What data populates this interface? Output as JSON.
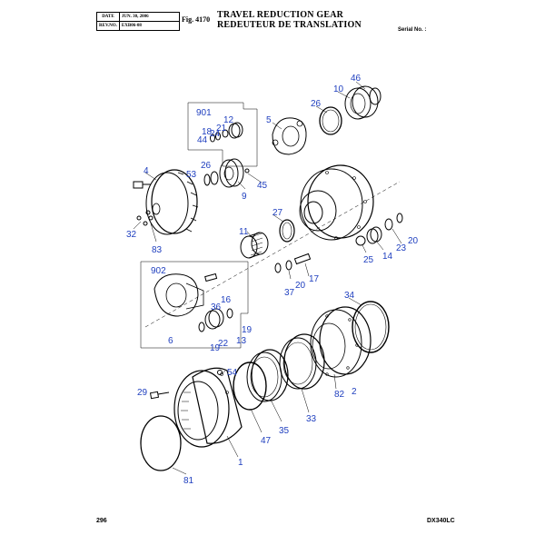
{
  "header": {
    "date_key": "DATE",
    "date_value": "JUN. 30, 2006",
    "rev_key": "REV.NO.",
    "rev_value": "EXB06-08",
    "figure": "Fig. 4170",
    "title_en": "TRAVEL REDUCTION GEAR",
    "title_fr": "REDEUTEUR DE TRANSLATION",
    "serial": "Serial No. :"
  },
  "footer": {
    "page": "296",
    "model": "DX340LC"
  },
  "colors": {
    "callout": "#1f3fbf",
    "line": "#000000"
  },
  "callouts": [
    {
      "id": "c46",
      "text": "46"
    },
    {
      "id": "c10",
      "text": "10"
    },
    {
      "id": "c26a",
      "text": "26"
    },
    {
      "id": "c901",
      "text": "901"
    },
    {
      "id": "c12",
      "text": "12"
    },
    {
      "id": "c5",
      "text": "5"
    },
    {
      "id": "c21",
      "text": "21"
    },
    {
      "id": "c18",
      "text": "18"
    },
    {
      "id": "c24",
      "text": "24"
    },
    {
      "id": "c44",
      "text": "44"
    },
    {
      "id": "c4",
      "text": "4"
    },
    {
      "id": "c53",
      "text": "53"
    },
    {
      "id": "c26b",
      "text": "26"
    },
    {
      "id": "c9",
      "text": "9"
    },
    {
      "id": "c45",
      "text": "45"
    },
    {
      "id": "c27",
      "text": "27"
    },
    {
      "id": "c11",
      "text": "11"
    },
    {
      "id": "c32",
      "text": "32"
    },
    {
      "id": "c83",
      "text": "83"
    },
    {
      "id": "c23",
      "text": "23"
    },
    {
      "id": "c20a",
      "text": "20"
    },
    {
      "id": "c25",
      "text": "25"
    },
    {
      "id": "c14",
      "text": "14"
    },
    {
      "id": "c902",
      "text": "902"
    },
    {
      "id": "c17",
      "text": "17"
    },
    {
      "id": "c20b",
      "text": "20"
    },
    {
      "id": "c37",
      "text": "37"
    },
    {
      "id": "c16",
      "text": "16"
    },
    {
      "id": "c36",
      "text": "36"
    },
    {
      "id": "c34",
      "text": "34"
    },
    {
      "id": "c19a",
      "text": "19"
    },
    {
      "id": "c6",
      "text": "6"
    },
    {
      "id": "c13",
      "text": "13"
    },
    {
      "id": "c22",
      "text": "22"
    },
    {
      "id": "c19b",
      "text": "19"
    },
    {
      "id": "c54",
      "text": "54"
    },
    {
      "id": "c29",
      "text": "29"
    },
    {
      "id": "c82",
      "text": "82"
    },
    {
      "id": "c2",
      "text": "2"
    },
    {
      "id": "c33",
      "text": "33"
    },
    {
      "id": "c35",
      "text": "35"
    },
    {
      "id": "c47",
      "text": "47"
    },
    {
      "id": "c1",
      "text": "1"
    },
    {
      "id": "c81",
      "text": "81"
    }
  ]
}
